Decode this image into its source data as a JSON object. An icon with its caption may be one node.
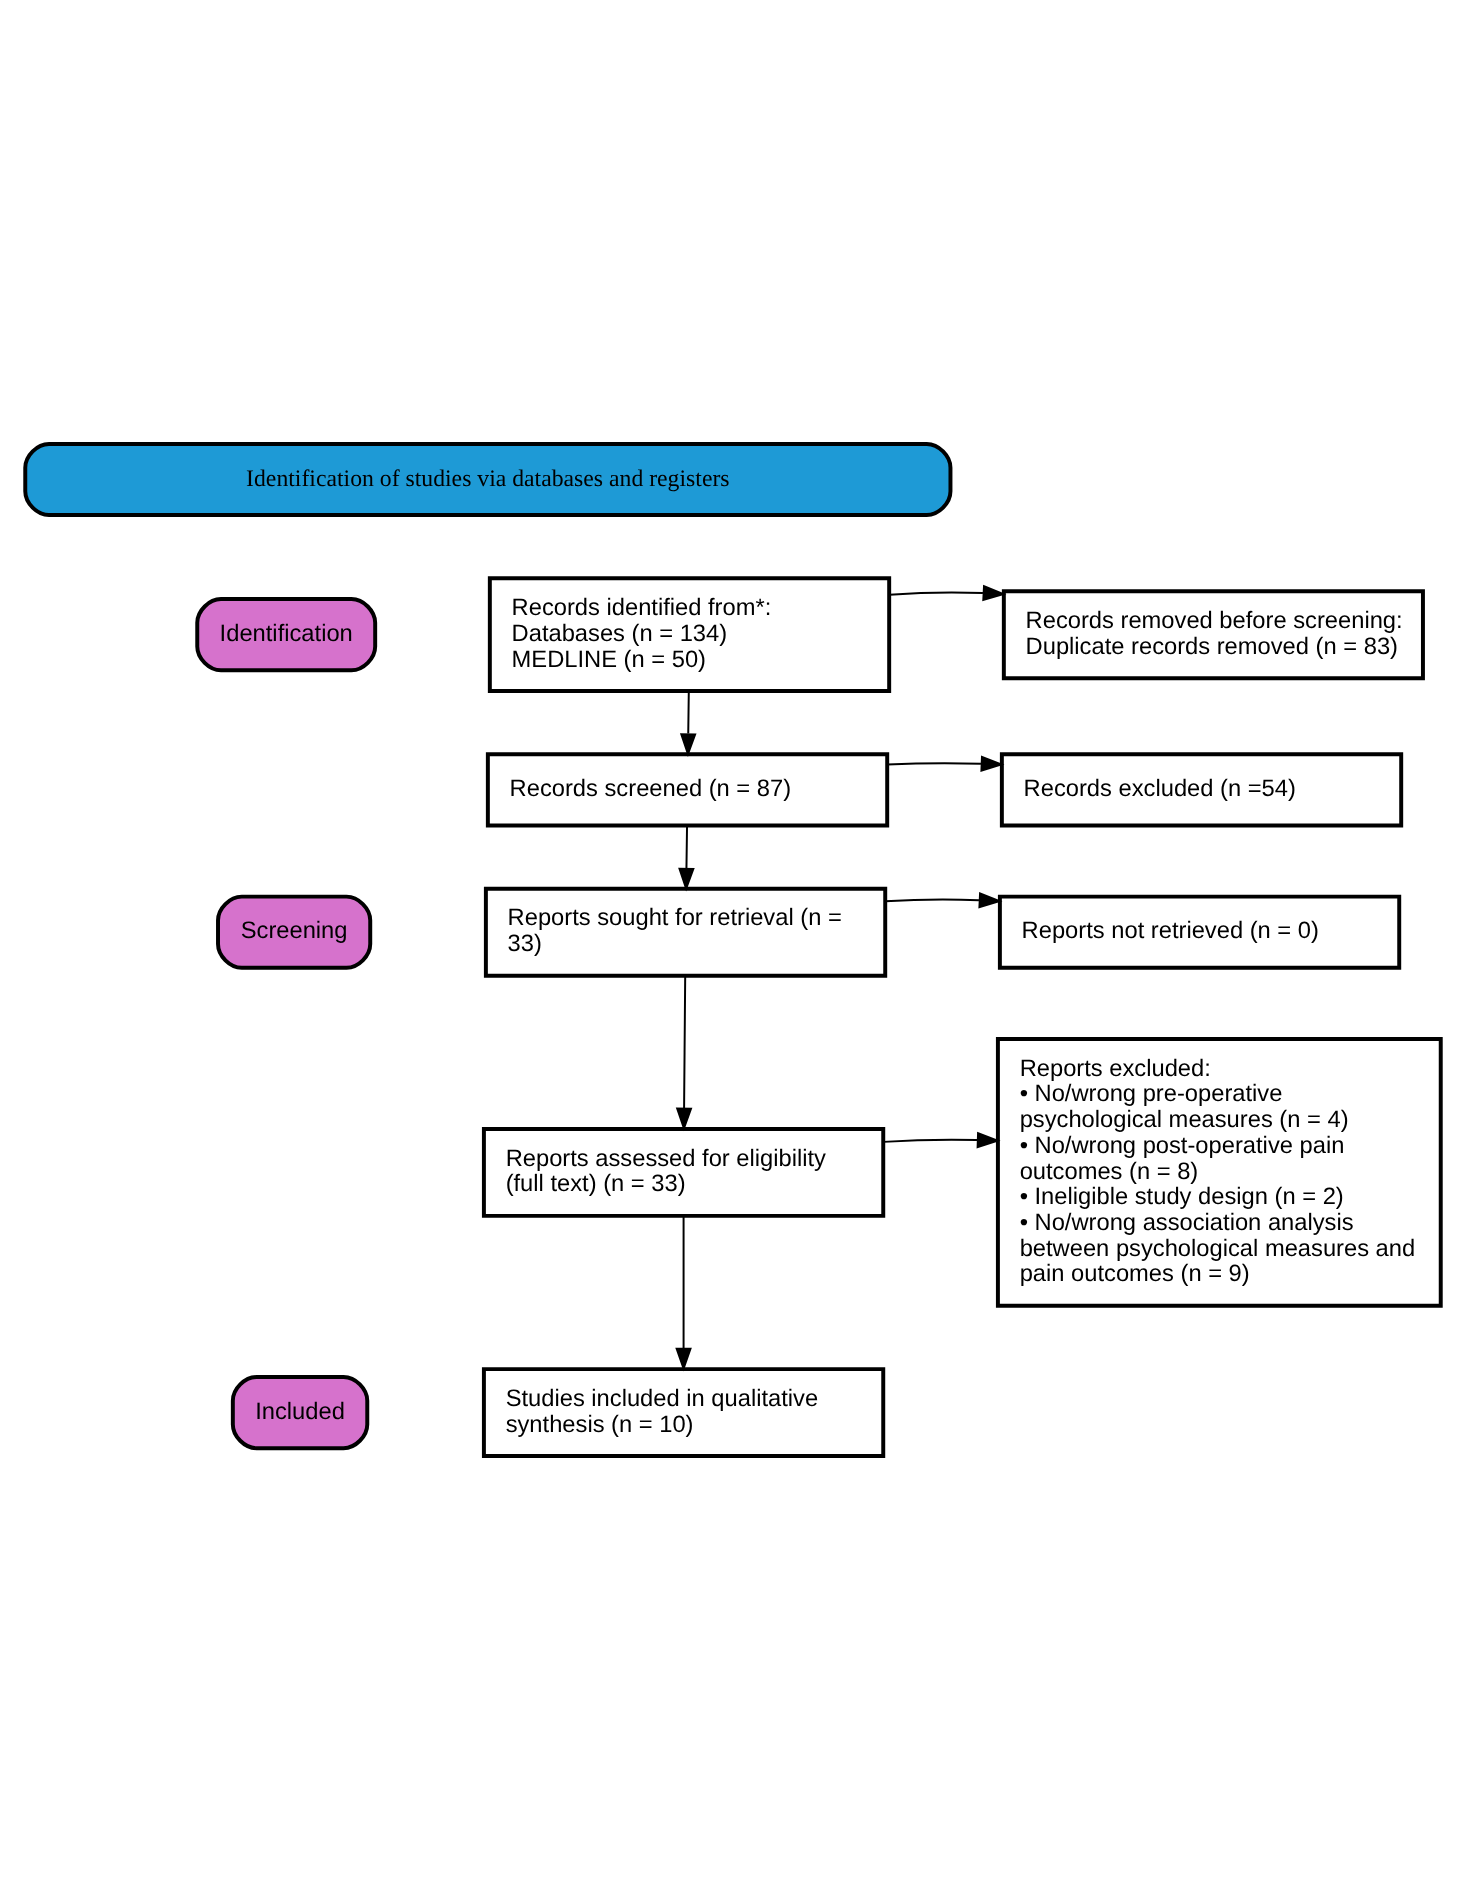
{
  "diagram": {
    "nodes": [
      {
        "text": [
          "Identification of studies via databases and registers"
        ]
      },
      {
        "text": [
          "Identification"
        ]
      },
      {
        "text": [
          "Screening"
        ]
      },
      {
        "text": [
          "Included"
        ]
      },
      {
        "text": [
          "Records identified from*:",
          "Databases (n = 134)",
          "MEDLINE (n = 50)"
        ]
      },
      {
        "text": [
          "Records removed before screening:",
          "Duplicate records removed (n = 83)"
        ]
      },
      {
        "text": [
          "Records screened (n = 87)"
        ]
      },
      {
        "text": [
          "Records excluded (n =54)"
        ]
      },
      {
        "text": [
          "Reports sought for retrieval (n = 33)"
        ]
      },
      {
        "text": [
          "Reports not retrieved (n = 0)"
        ]
      },
      {
        "text": [
          "Reports assessed for eligibility (full text) (n = 33)"
        ]
      },
      {
        "text": [
          "Reports excluded:",
          "• No/wrong pre-operative psychological measures (n = 4)",
          "• No/wrong post-operative pain outcomes (n = 8)",
          "• Ineligible study design (n = 2)",
          "• No/wrong association analysis between psychological measures and pain outcomes (n = 9)"
        ]
      },
      {
        "text": [
          "Studies included in qualitative synthesis (n = 10)"
        ]
      }
    ],
    "edges": [
      {
        "from": 4,
        "to": 5,
        "arrow": "to"
      },
      {
        "from": 4,
        "to": 6,
        "arrow": "to"
      },
      {
        "from": 6,
        "to": 7,
        "arrow": "to"
      },
      {
        "from": 6,
        "to": 8,
        "arrow": "to"
      },
      {
        "from": 8,
        "to": 9,
        "arrow": "to"
      },
      {
        "from": 8,
        "to": 10,
        "arrow": "to"
      },
      {
        "from": 10,
        "to": 11,
        "arrow": "to"
      },
      {
        "from": 10,
        "to": 12,
        "arrow": "to"
      }
    ]
  }
}
